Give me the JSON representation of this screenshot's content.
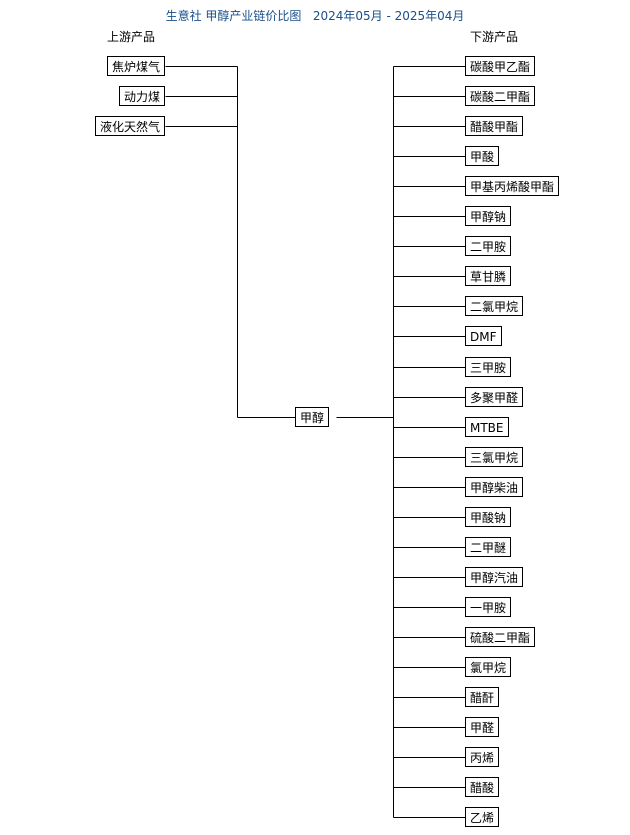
{
  "title": "生意社 甲醇产业链价比图   2024年05月 - 2025年04月",
  "upstream_header": "上游产品",
  "downstream_header": "下游产品",
  "center": "甲醇",
  "upstream": [
    "焦炉煤气",
    "动力煤",
    "液化天然气"
  ],
  "downstream": [
    "碳酸甲乙酯",
    "碳酸二甲酯",
    "醋酸甲酯",
    "甲酸",
    "甲基丙烯酸甲酯",
    "甲醇钠",
    "二甲胺",
    "草甘膦",
    "二氯甲烷",
    "DMF",
    "三甲胺",
    "多聚甲醛",
    "MTBE",
    "三氯甲烷",
    "甲醇柴油",
    "甲酸钠",
    "二甲醚",
    "甲醇汽油",
    "一甲胺",
    "硫酸二甲酯",
    "氯甲烷",
    "醋酐",
    "甲醛",
    "丙烯",
    "醋酸",
    "乙烯"
  ]
}
